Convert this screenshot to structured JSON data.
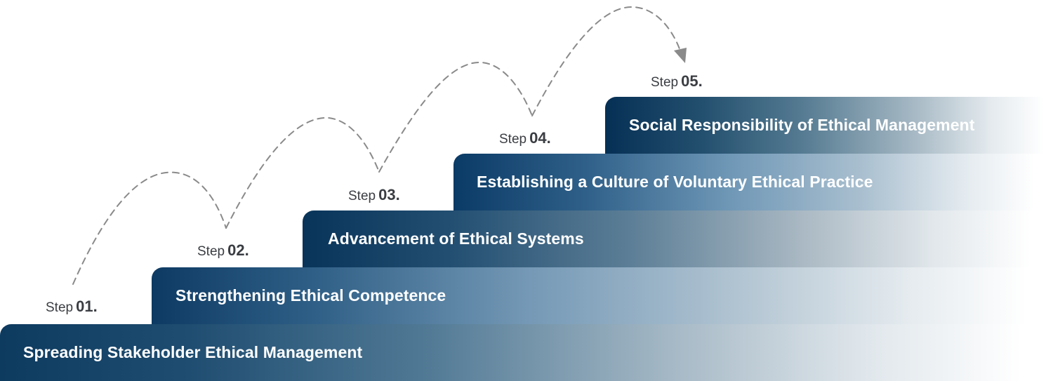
{
  "steps": [
    {
      "step_word": "Step",
      "step_number": "01.",
      "title": "Spreading Stakeholder Ethical Management"
    },
    {
      "step_word": "Step",
      "step_number": "02.",
      "title": "Strengthening Ethical Competence"
    },
    {
      "step_word": "Step",
      "step_number": "03.",
      "title": "Advancement of Ethical Systems"
    },
    {
      "step_word": "Step",
      "step_number": "04.",
      "title": "Establishing a Culture of Voluntary Ethical Practice"
    },
    {
      "step_word": "Step",
      "step_number": "05.",
      "title": "Social Responsibility of Ethical Management"
    }
  ],
  "colors": {
    "bar_dark": "#0d3a5f",
    "label_text": "#3a3d42",
    "dashed_curve": "#8a8a8a"
  },
  "icons": {
    "connector": "dashed-arc-connector",
    "arrowhead": "arrow-down-icon"
  }
}
